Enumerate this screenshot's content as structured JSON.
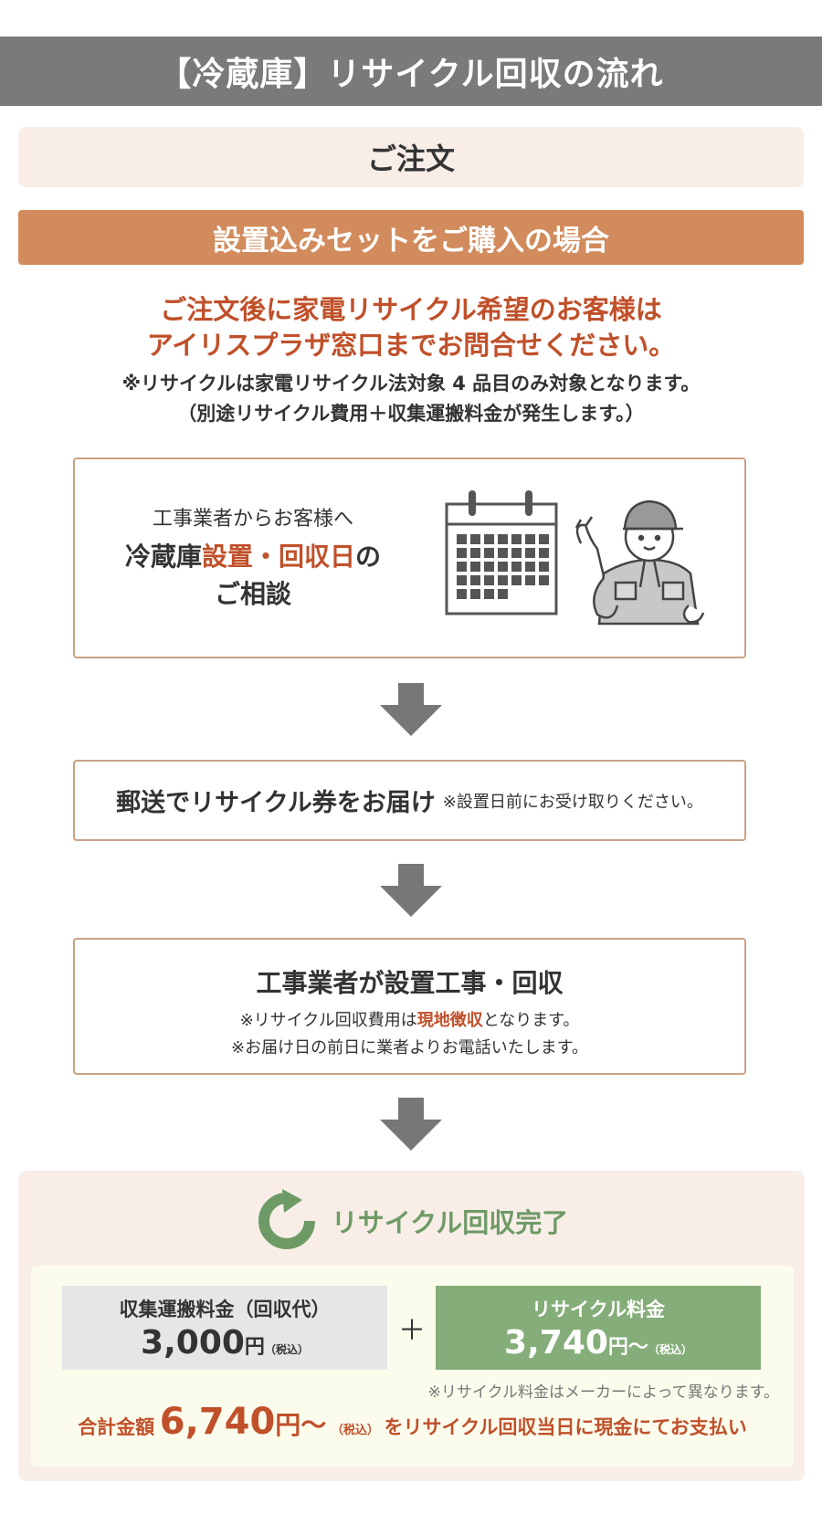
{
  "title": "【冷蔵庫】リサイクル回収の流れ",
  "order": "ご注文",
  "set_banner": "設置込みセットをご購入の場合",
  "lead": {
    "line1": "ご注文後に家電リサイクル希望のお客様は",
    "line2": "アイリスプラザ窓口までお問合せください。",
    "note1": "※リサイクルは家電リサイクル法対象 4 品目のみ対象となります。",
    "note2": "（別途リサイクル費用＋収集運搬料金が発生します。）"
  },
  "step1": {
    "sub": "工事業者からお客様へ",
    "main_a": "冷蔵庫",
    "main_b": "設置・回収日",
    "main_c": "の",
    "main_d": "ご相談"
  },
  "step2": {
    "main": "郵送でリサイクル券をお届け",
    "note": "※設置日前にお受け取りください。"
  },
  "step3": {
    "main": "工事業者が設置工事・回収",
    "note1_a": "※リサイクル回収費用は",
    "note1_b": "現地徴収",
    "note1_c": "となります。",
    "note2": "※お届け日の前日に業者よりお電話いたします。"
  },
  "complete": {
    "title": "リサイクル回収完了",
    "fee1": {
      "label": "収集運搬料金（回収代）",
      "amount": "3,000",
      "unit": "円",
      "tax": "（税込）"
    },
    "plus": "＋",
    "fee2": {
      "label": "リサイクル料金",
      "amount": "3,740",
      "unit": "円〜",
      "tax": "（税込）"
    },
    "maker_note": "※リサイクル料金はメーカーによって異なります。",
    "total": {
      "label": "合計金額",
      "amount": "6,740",
      "unit": "円〜",
      "tax": "（税込）",
      "rest": "をリサイクル回収当日に現金にてお支払い"
    }
  },
  "colors": {
    "accent_orange": "#c0502a",
    "banner": "#d28b5c",
    "green": "#85ad79",
    "gray_bar": "#7a7a7a"
  },
  "icons": [
    "calendar-icon",
    "worker-illustration",
    "down-arrow-icon",
    "recycle-arrow-icon"
  ]
}
